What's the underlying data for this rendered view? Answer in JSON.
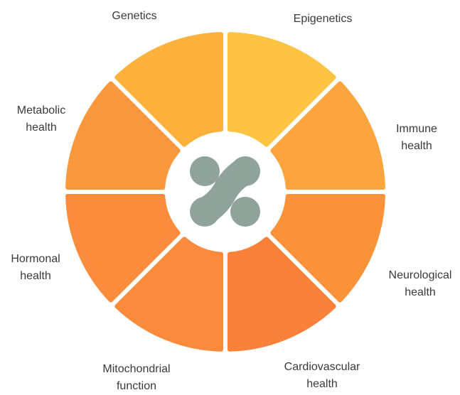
{
  "diagram": {
    "segments": [
      {
        "id": "genetics",
        "lines": [
          "Genetics"
        ],
        "color": "#FBB13C"
      },
      {
        "id": "epigenetics",
        "lines": [
          "Epigenetics"
        ],
        "color": "#FDC443"
      },
      {
        "id": "immune",
        "lines": [
          "Immune",
          "health"
        ],
        "color": "#FBA53F"
      },
      {
        "id": "neurological",
        "lines": [
          "Neurological",
          "health"
        ],
        "color": "#FA9239"
      },
      {
        "id": "cardiovascular",
        "lines": [
          "Cardiovascular",
          "health"
        ],
        "color": "#F9813A"
      },
      {
        "id": "mitochondrial",
        "lines": [
          "Mitochondrial",
          "function"
        ],
        "color": "#FA8A3C"
      },
      {
        "id": "hormonal",
        "lines": [
          "Hormonal",
          "health"
        ],
        "color": "#F98D3C"
      },
      {
        "id": "metabolic",
        "lines": [
          "Metabolic",
          "health"
        ],
        "color": "#FA983D"
      }
    ],
    "center_logo": {
      "icon": "x-molecule-logo-icon",
      "color": "#8FA39B"
    }
  }
}
